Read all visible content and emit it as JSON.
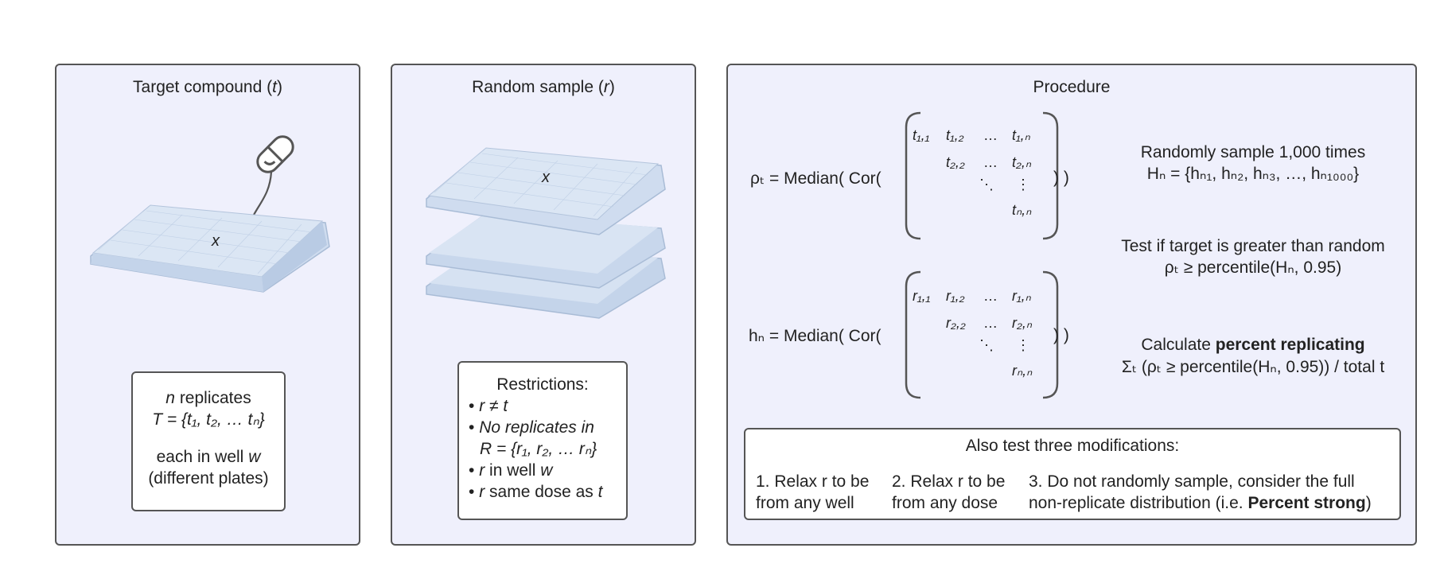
{
  "panel1": {
    "title_pre": "Target compound (",
    "title_var": "t",
    "title_post": ")",
    "plate_mark": "x",
    "box": {
      "line1_var": "n",
      "line1_text": " replicates",
      "line2": "T = {t₁, t₂, … tₙ}",
      "line3_pre": "each in well ",
      "line3_var": "w",
      "line4": "(different plates)"
    }
  },
  "panel2": {
    "title_pre": "Random sample (",
    "title_var": "r",
    "title_post": ")",
    "plate_mark": "x",
    "box": {
      "heading": "Restrictions:",
      "item1": "r ≠ t",
      "item2a": "No replicates in",
      "item2b": "R = {r₁, r₂, … rₙ}",
      "item3_var": "r",
      "item3_mid": " in well ",
      "item3_var2": "w",
      "item4_var": "r",
      "item4_mid": " same dose as ",
      "item4_var2": "t"
    }
  },
  "panel3": {
    "title": "Procedure",
    "eq1_lhs": "ρₜ = Median(  Cor(",
    "eq2_lhs": "hₙ = Median(  Cor(",
    "eq_close": ") )",
    "matrix_t": {
      "r1": [
        "t₁,₁",
        "t₁,₂",
        "…",
        "t₁,ₙ"
      ],
      "r2": [
        "t₂,₂",
        "…",
        "t₂,ₙ"
      ],
      "r3": [
        "⋱",
        "⋮"
      ],
      "r4": [
        "tₙ,ₙ"
      ]
    },
    "matrix_r": {
      "r1": [
        "r₁,₁",
        "r₁,₂",
        "…",
        "r₁,ₙ"
      ],
      "r2": [
        "r₂,₂",
        "…",
        "r₂,ₙ"
      ],
      "r3": [
        "⋱",
        "⋮"
      ],
      "r4": [
        "rₙ,ₙ"
      ]
    },
    "step1_a": "Randomly sample 1,000 times",
    "step1_b": "Hₙ = {hₙ₁, hₙ₂, hₙ₃, …, hₙ₁₀₀₀}",
    "step2_a": "Test if target is greater than random",
    "step2_b": "ρₜ ≥ percentile(Hₙ, 0.95)",
    "step3_a_pre": "Calculate ",
    "step3_a_bold": "percent replicating",
    "step3_b": "Σₜ (ρₜ ≥ percentile(Hₙ, 0.95)) / total t",
    "mods": {
      "heading": "Also test three modifications:",
      "m1a": "1. Relax r to be",
      "m1b": "from any well",
      "m2a": "2. Relax r to be",
      "m2b": "from any dose",
      "m3a": "3. Do not randomly sample, consider the full",
      "m3b_pre": "non-replicate distribution (i.e. ",
      "m3b_bold": "Percent strong",
      "m3b_post": ")"
    }
  },
  "colors": {
    "panel_bg": "#eff0fc",
    "border": "#555555",
    "plate": "#c9d9ee"
  }
}
